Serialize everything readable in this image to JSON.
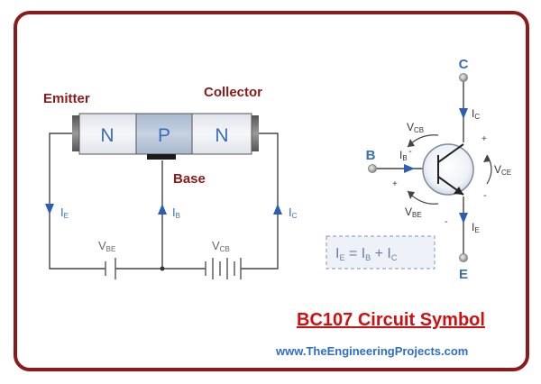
{
  "diagram": {
    "labels": {
      "emitter": "Emitter",
      "collector": "Collector",
      "base": "Base"
    },
    "regions": [
      "N",
      "P",
      "N"
    ],
    "currents": {
      "ie": "I",
      "ie_sub": "E",
      "ib": "I",
      "ib_sub": "B",
      "ic": "I",
      "ic_sub": "C"
    },
    "voltages": {
      "vbe": "V",
      "vbe_sub": "BE",
      "vcb": "V",
      "vcb_sub": "CB"
    },
    "symbol": {
      "terminal_c": "C",
      "terminal_b": "B",
      "terminal_e": "E",
      "ic": "I",
      "ic_sub": "C",
      "ib": "I",
      "ib_sub": "B",
      "ie": "I",
      "ie_sub": "E",
      "vcb": "V",
      "vcb_sub": "CB",
      "vbe": "V",
      "vbe_sub": "BE",
      "vce": "V",
      "vce_sub": "CE",
      "plus": "+",
      "minus": "-"
    },
    "equation": {
      "lhs": "I",
      "lhs_sub": "E",
      "equals": " = ",
      "t1": "I",
      "t1_sub": "B",
      "plus": " + ",
      "t2": "I",
      "t2_sub": "C"
    },
    "title": "BC107 Circuit Symbol",
    "website": "www.TheEngineeringProjects.com"
  },
  "colors": {
    "frame": "#8b1a1a",
    "label_red": "#8b1a1a",
    "title_red": "#d01010",
    "blue": "#3a6fb5",
    "arrow_blue": "#2d5fb0",
    "dark": "#333333",
    "region_light": "#eef0f4",
    "region_mid": "#b9c6d8",
    "wire": "#444444",
    "eq_bg": "#eef1f7",
    "eq_text": "#6a7fa8"
  }
}
